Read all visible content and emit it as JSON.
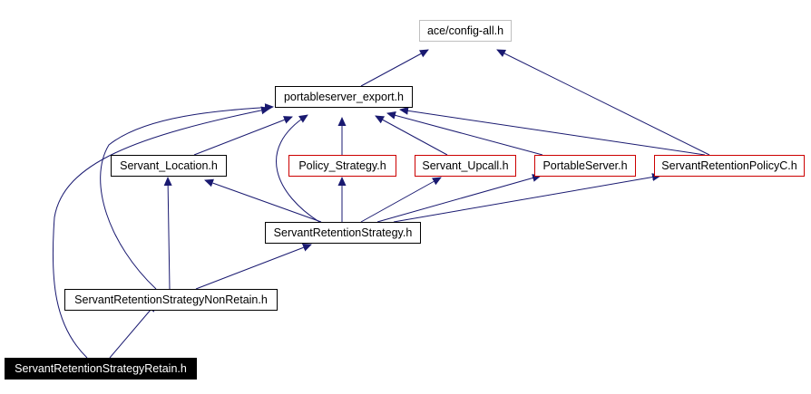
{
  "diagram": {
    "colors": {
      "edge": "#191970",
      "node_border": "#000000",
      "linked_border": "#cc0000",
      "external_border": "#c0c0c0",
      "current_fill": "#000000",
      "current_text": "#ffffff"
    },
    "nodes": {
      "ace_config_all": {
        "label": "ace/config-all.h",
        "kind": "external"
      },
      "portableserver_export": {
        "label": "portableserver_export.h",
        "kind": "documented"
      },
      "servant_location": {
        "label": "Servant_Location.h",
        "kind": "documented"
      },
      "policy_strategy": {
        "label": "Policy_Strategy.h",
        "kind": "linked"
      },
      "servant_upcall": {
        "label": "Servant_Upcall.h",
        "kind": "linked"
      },
      "portableserver": {
        "label": "PortableServer.h",
        "kind": "linked"
      },
      "servant_retention_policy_c": {
        "label": "ServantRetentionPolicyC.h",
        "kind": "linked"
      },
      "servant_retention_strategy": {
        "label": "ServantRetentionStrategy.h",
        "kind": "documented"
      },
      "servant_retention_strategy_non_retain": {
        "label": "ServantRetentionStrategyNonRetain.h",
        "kind": "documented"
      },
      "servant_retention_strategy_retain": {
        "label": "ServantRetentionStrategyRetain.h",
        "kind": "current"
      }
    },
    "edges": [
      {
        "from": "portableserver_export",
        "to": "ace_config_all"
      },
      {
        "from": "servant_retention_policy_c",
        "to": "ace_config_all"
      },
      {
        "from": "servant_location",
        "to": "portableserver_export"
      },
      {
        "from": "policy_strategy",
        "to": "portableserver_export"
      },
      {
        "from": "servant_upcall",
        "to": "portableserver_export"
      },
      {
        "from": "portableserver",
        "to": "portableserver_export"
      },
      {
        "from": "servant_retention_policy_c",
        "to": "portableserver_export"
      },
      {
        "from": "servant_retention_strategy",
        "to": "portableserver_export"
      },
      {
        "from": "servant_retention_strategy_non_retain",
        "to": "portableserver_export"
      },
      {
        "from": "servant_retention_strategy_retain",
        "to": "portableserver_export"
      },
      {
        "from": "servant_retention_strategy",
        "to": "servant_location"
      },
      {
        "from": "servant_retention_strategy",
        "to": "policy_strategy"
      },
      {
        "from": "servant_retention_strategy",
        "to": "servant_upcall"
      },
      {
        "from": "servant_retention_strategy",
        "to": "portableserver"
      },
      {
        "from": "servant_retention_strategy",
        "to": "servant_retention_policy_c"
      },
      {
        "from": "servant_retention_strategy_non_retain",
        "to": "servant_location"
      },
      {
        "from": "servant_retention_strategy_non_retain",
        "to": "servant_retention_strategy"
      },
      {
        "from": "servant_retention_strategy_retain",
        "to": "servant_retention_strategy_non_retain"
      }
    ]
  }
}
